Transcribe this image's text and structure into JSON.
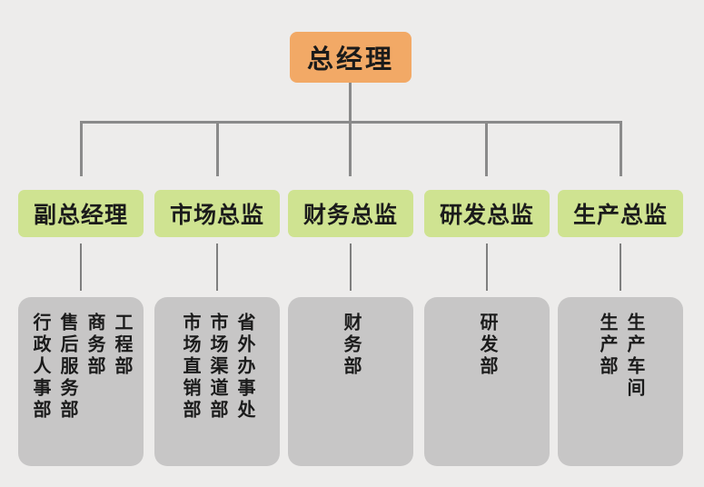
{
  "diagram": {
    "type": "org-chart",
    "root": {
      "label": "总经理"
    },
    "columns": [
      {
        "director": "副总经理",
        "departments": [
          "行政人事部",
          "售后服务部",
          "商务部",
          "工程部"
        ]
      },
      {
        "director": "市场总监",
        "departments": [
          "市场直销部",
          "市场渠道部",
          "省外办事处"
        ]
      },
      {
        "director": "财务总监",
        "departments": [
          "财务部"
        ]
      },
      {
        "director": "研发总监",
        "departments": [
          "研发部"
        ]
      },
      {
        "director": "生产总监",
        "departments": [
          "生产部",
          "生产车间"
        ]
      }
    ],
    "colors": {
      "background": "#edeceb",
      "root_fill": "#f2a966",
      "director_fill": "#cfe391",
      "department_fill": "#c7c6c6",
      "line": "#8a8a8a",
      "text": "#1b1b1b"
    }
  }
}
